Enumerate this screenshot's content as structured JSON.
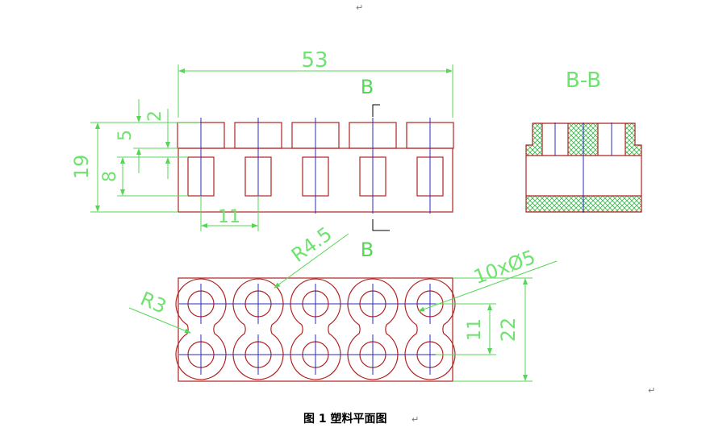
{
  "colors": {
    "outline": "#b22222",
    "centerline": "#2b2bbf",
    "dimension": "#56d656",
    "hatch": "#39b54a",
    "caption": "#000000"
  },
  "front_view": {
    "dim_overall_width": "53",
    "dim_overall_height": "19",
    "dim_slot_pitch": "11",
    "dim_top_slot_depth": "5",
    "dim_top_offset": "2",
    "dim_lower_window": "8",
    "section_mark_top": "B",
    "section_mark_bottom": "B"
  },
  "section_view": {
    "title": "B-B"
  },
  "plan_view": {
    "dim_outer_radius": "R4.5",
    "dim_neck_radius": "R3",
    "dim_holes": "10xØ5",
    "dim_row_pitch": "11",
    "dim_overall_depth": "22"
  },
  "caption": {
    "text": "图 1    塑料平面图"
  },
  "paragraph_marks": [
    "↵",
    "↵",
    "↵"
  ]
}
